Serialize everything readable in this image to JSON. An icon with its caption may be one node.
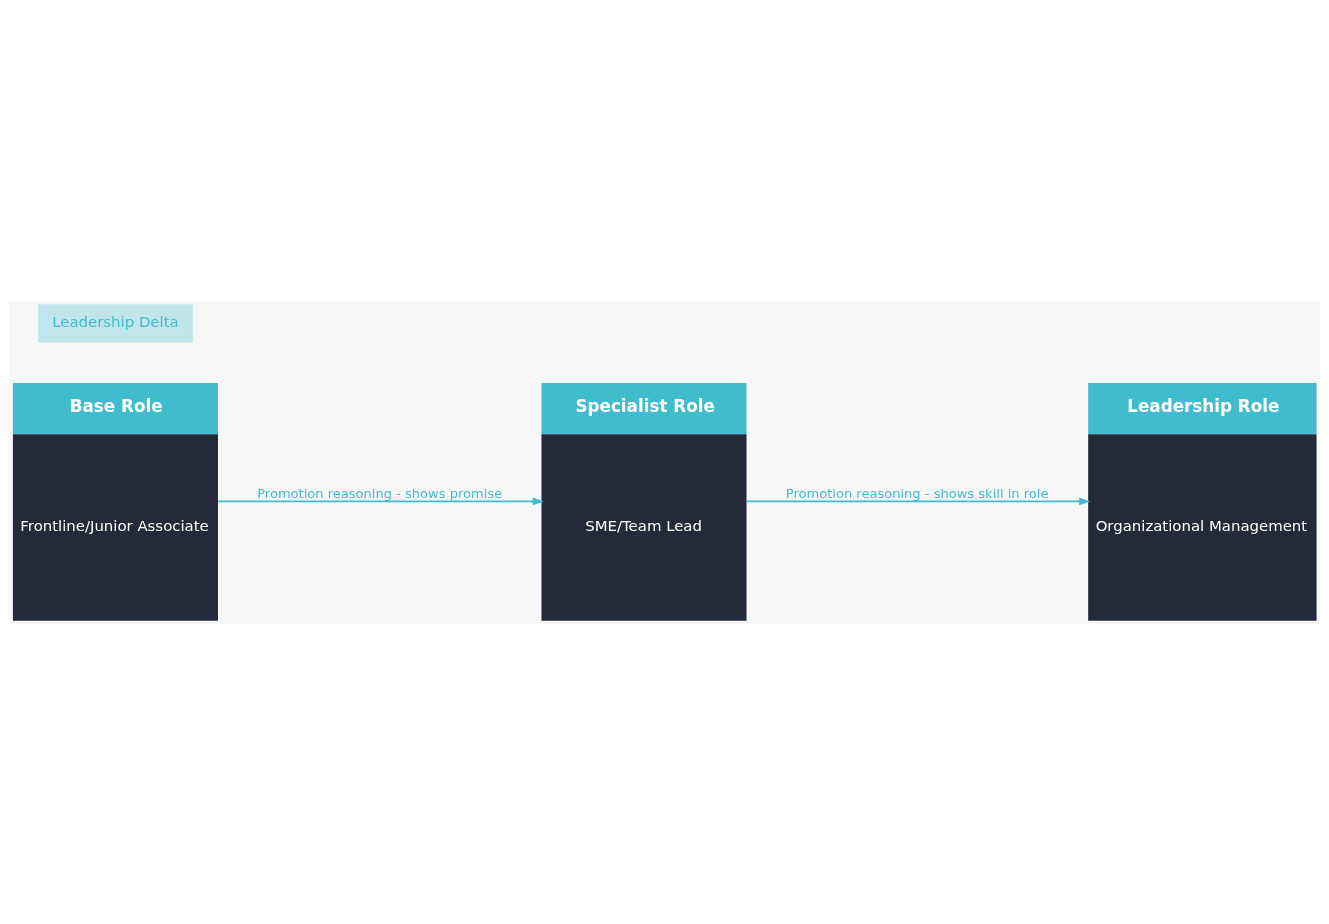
{
  "diagram": {
    "nodes": [
      {
        "text": [
          "Base Role",
          "Frontline/Junior Associate"
        ]
      },
      {
        "text": [
          "Specialist Role",
          "SME/Team Lead"
        ]
      },
      {
        "text": [
          "Leadership Role",
          "Organizational Management"
        ]
      },
      {
        "text": [
          "Leadership Delta"
        ]
      }
    ],
    "edges": [
      {
        "from": 0,
        "to": 1,
        "arrow": "to",
        "label": "Promotion reasoning - shows promise"
      },
      {
        "from": 1,
        "to": 2,
        "arrow": "to",
        "label": "Promotion reasoning - shows skill in role"
      }
    ]
  }
}
